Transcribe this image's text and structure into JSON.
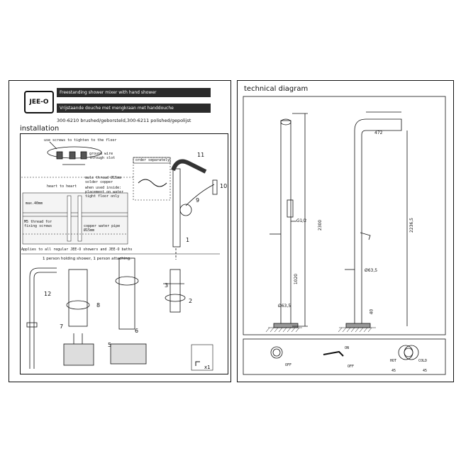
{
  "brand": {
    "logo_text": "JEE-O"
  },
  "header": {
    "title_en": "Freestanding shower mixer with hand shower",
    "title_nl": "Vrijstaande douche met mengkraan met handdouche",
    "codes": "300-6210 brushed/geborsteld,300-6211 polished/gepolijst"
  },
  "install": {
    "heading": "installation",
    "labels": {
      "screws": "use screws to tighten to the floor",
      "ground_wire": "ground wire through slot",
      "order_sep": "order separately",
      "male_thread": "male thread Ø15mm solder copper",
      "heart_to_heart": "heart to heart",
      "when_used_inside": "when used inside: placement on water tight floor only",
      "max_40": "max.40mm",
      "copper_pipe": "copper water pipe Ø15mm",
      "thread": "M5 thread for fixing screws",
      "applies": "Applies to all regular JEE-O showers and JEE-O baths",
      "one_person": "1 person holding shower, 1 person attaching.",
      "x1": "x1"
    },
    "parts": {
      "p1": "1",
      "p2": "2",
      "p3": "3",
      "p5": "5",
      "p6": "6",
      "p7": "7",
      "p8": "8",
      "p9": "9",
      "p10": "10",
      "p11": "11",
      "p12": "12"
    }
  },
  "technical": {
    "heading": "technical diagram",
    "dims": {
      "h2300": "2300",
      "h2236": "2236,5",
      "w472": "472",
      "h1020": "1020",
      "h40": "40",
      "g12": "G1/2",
      "d635a": "Ø63,5",
      "d635b": "Ø63,5"
    },
    "legend": {
      "off1": "OFF",
      "on": "ON",
      "off2": "OFF",
      "hot": "HOT",
      "cold": "COLD",
      "a45": "45",
      "b45": "45"
    }
  }
}
